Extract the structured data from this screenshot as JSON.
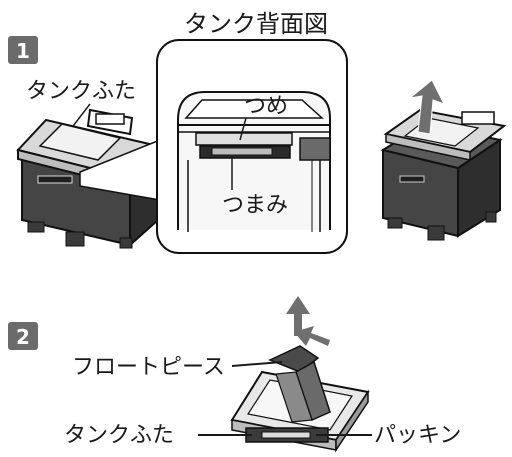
{
  "title": "タンク背面図",
  "steps": [
    {
      "number": "1",
      "labels": {
        "tank_lid": "タンクふた",
        "claw": "つめ",
        "knob": "つまみ"
      }
    },
    {
      "number": "2",
      "labels": {
        "float_piece": "フロートピース",
        "tank_lid": "タンクふた",
        "packing": "パッキン"
      }
    }
  ],
  "colors": {
    "badge": "#6b6b6b",
    "tank_dark": "#3b3b3b",
    "tank_mid": "#7a7a7a",
    "tank_light": "#e6e6e6",
    "arrow": "#6f6f6f"
  }
}
